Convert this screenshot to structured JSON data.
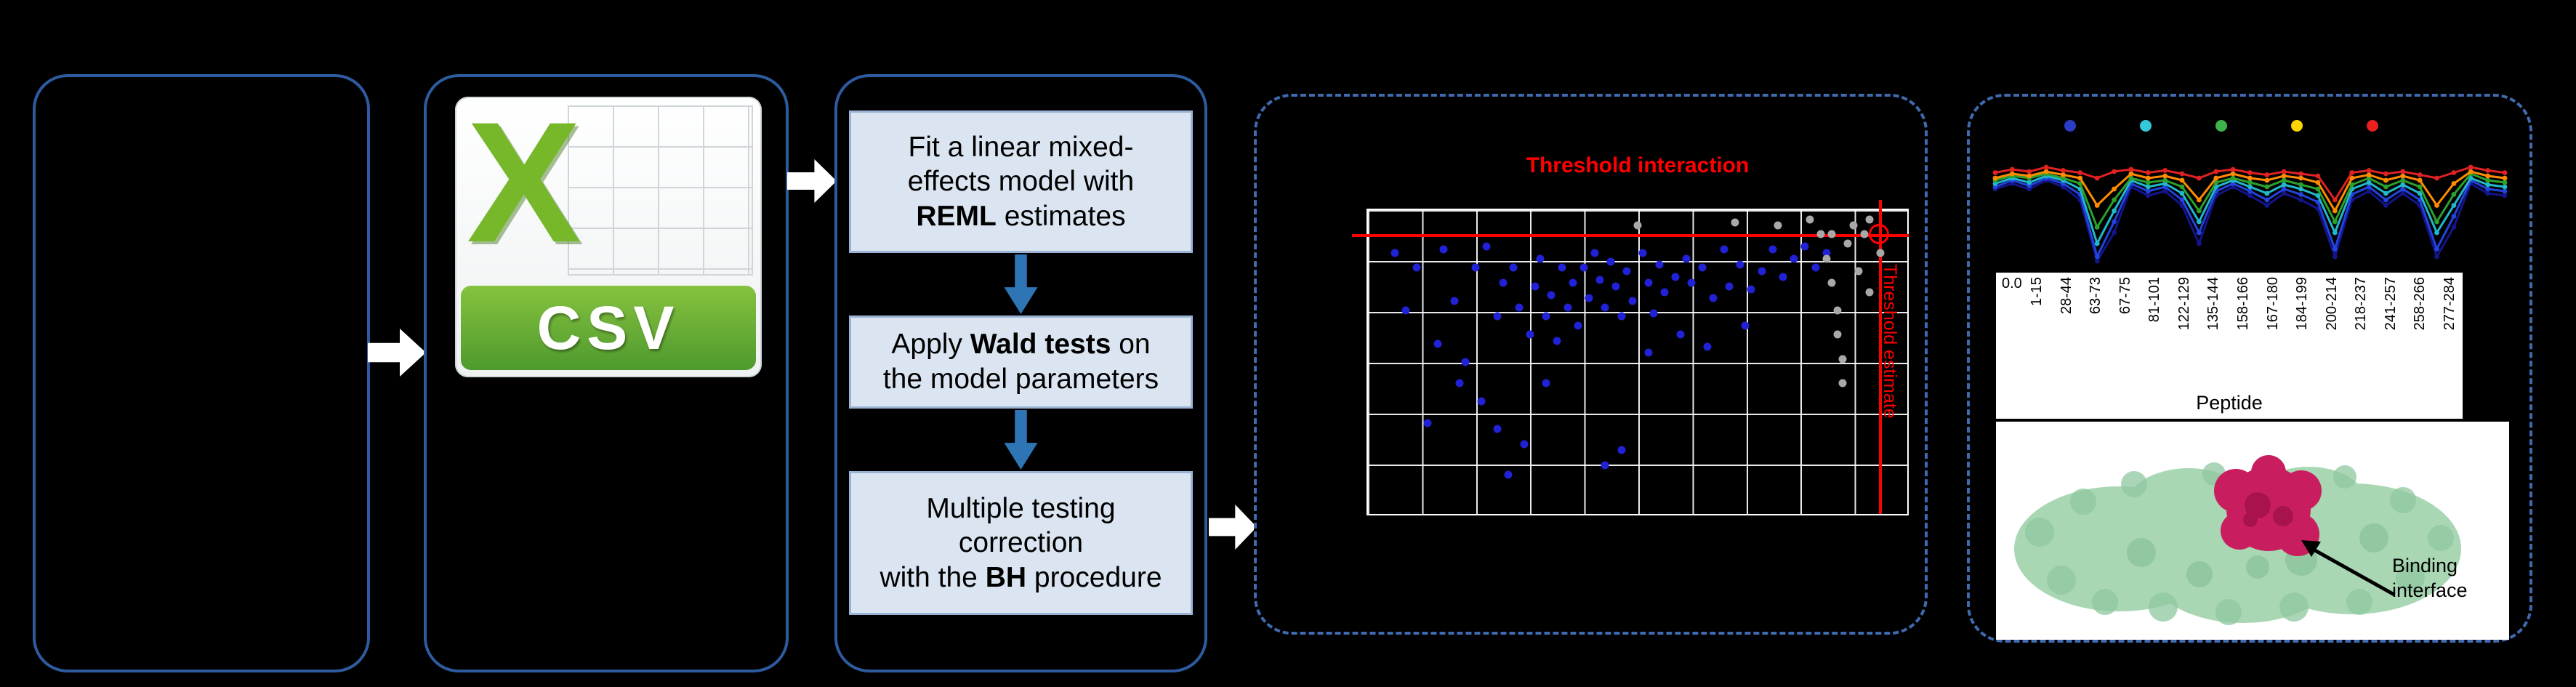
{
  "csv_icon": {
    "letter": "X",
    "label": "CSV"
  },
  "steps": {
    "step1": {
      "l1": "Fit a linear mixed-",
      "l2": "effects model with",
      "l3b": "REML",
      "l3c": " estimates"
    },
    "step2": {
      "l1a": "Apply ",
      "l1b": "Wald tests",
      "l1c": " on",
      "l2": "the model parameters"
    },
    "step3": {
      "l1": "Multiple testing",
      "l2": "correction",
      "l3a": "with the ",
      "l3b": "BH",
      "l3c": " procedure"
    }
  },
  "scatter": {
    "title": "Threshold interaction",
    "vline_label": "Threshold estimate",
    "threshold_color": "#ff0000",
    "hline_y_pct": 8,
    "vline_x_pct": 94.8,
    "highlight": [
      94.8,
      8
    ],
    "points_blue": [
      [
        5,
        14
      ],
      [
        7,
        33
      ],
      [
        9,
        19
      ],
      [
        11,
        70
      ],
      [
        13,
        44
      ],
      [
        14,
        13
      ],
      [
        16,
        30
      ],
      [
        17,
        57
      ],
      [
        18,
        50
      ],
      [
        20,
        19
      ],
      [
        21,
        63
      ],
      [
        22,
        12
      ],
      [
        24,
        35
      ],
      [
        24,
        72
      ],
      [
        25,
        24
      ],
      [
        26,
        87
      ],
      [
        27,
        19
      ],
      [
        28,
        32
      ],
      [
        29,
        77
      ],
      [
        30,
        41
      ],
      [
        31,
        25
      ],
      [
        32,
        16
      ],
      [
        33,
        35
      ],
      [
        33,
        57
      ],
      [
        34,
        28
      ],
      [
        35,
        43
      ],
      [
        36,
        19
      ],
      [
        37,
        32
      ],
      [
        38,
        24
      ],
      [
        39,
        38
      ],
      [
        40,
        19
      ],
      [
        41,
        29
      ],
      [
        42,
        14
      ],
      [
        43,
        23
      ],
      [
        44,
        32
      ],
      [
        44,
        84
      ],
      [
        45,
        17
      ],
      [
        46,
        25
      ],
      [
        47,
        35
      ],
      [
        47,
        79
      ],
      [
        48,
        20
      ],
      [
        49,
        30
      ],
      [
        51,
        14
      ],
      [
        52,
        24
      ],
      [
        52,
        47
      ],
      [
        53,
        34
      ],
      [
        54,
        18
      ],
      [
        55,
        27
      ],
      [
        57,
        22
      ],
      [
        58,
        41
      ],
      [
        59,
        16
      ],
      [
        60,
        24
      ],
      [
        62,
        19
      ],
      [
        63,
        45
      ],
      [
        64,
        29
      ],
      [
        66,
        13
      ],
      [
        67,
        25
      ],
      [
        69,
        18
      ],
      [
        70,
        38
      ],
      [
        71,
        26
      ],
      [
        73,
        20
      ],
      [
        75,
        13
      ],
      [
        77,
        22
      ],
      [
        79,
        16
      ],
      [
        81,
        12
      ],
      [
        83,
        19
      ],
      [
        85,
        14
      ]
    ],
    "points_gray": [
      [
        50,
        5
      ],
      [
        68,
        4
      ],
      [
        76,
        5
      ],
      [
        82,
        3
      ],
      [
        84,
        8
      ],
      [
        85,
        16
      ],
      [
        86,
        8
      ],
      [
        86,
        24
      ],
      [
        87,
        33
      ],
      [
        87,
        41
      ],
      [
        88,
        49
      ],
      [
        88,
        57
      ],
      [
        89,
        11
      ],
      [
        90,
        5
      ],
      [
        91,
        20
      ],
      [
        92,
        8
      ],
      [
        93,
        3
      ],
      [
        93,
        27
      ],
      [
        95,
        14
      ]
    ]
  },
  "line_chart": {
    "legend_colors": [
      "#2a3cc8",
      "#35c8d8",
      "#3cb44b",
      "#ffd400",
      "#e82020"
    ],
    "series": [
      {
        "name": "navy",
        "color": "#14148c",
        "values": [
          0.7,
          0.75,
          0.7,
          0.78,
          0.72,
          0.6,
          0.04,
          0.3,
          0.72,
          0.64,
          0.68,
          0.55,
          0.2,
          0.64,
          0.72,
          0.64,
          0.55,
          0.66,
          0.6,
          0.52,
          0.08,
          0.6,
          0.68,
          0.55,
          0.66,
          0.55,
          0.08,
          0.35,
          0.75,
          0.66,
          0.64
        ]
      },
      {
        "name": "blue",
        "color": "#2244dd",
        "values": [
          0.72,
          0.78,
          0.73,
          0.8,
          0.75,
          0.65,
          0.08,
          0.4,
          0.75,
          0.68,
          0.72,
          0.6,
          0.3,
          0.68,
          0.75,
          0.68,
          0.6,
          0.7,
          0.65,
          0.58,
          0.15,
          0.65,
          0.72,
          0.6,
          0.7,
          0.6,
          0.15,
          0.45,
          0.78,
          0.7,
          0.68
        ]
      },
      {
        "name": "cyan",
        "color": "#22b8cc",
        "values": [
          0.75,
          0.8,
          0.76,
          0.82,
          0.78,
          0.7,
          0.2,
          0.5,
          0.78,
          0.72,
          0.75,
          0.66,
          0.4,
          0.72,
          0.78,
          0.72,
          0.66,
          0.74,
          0.7,
          0.64,
          0.3,
          0.7,
          0.76,
          0.66,
          0.74,
          0.66,
          0.3,
          0.55,
          0.8,
          0.74,
          0.72
        ]
      },
      {
        "name": "green",
        "color": "#2ca02c",
        "values": [
          0.78,
          0.82,
          0.8,
          0.84,
          0.8,
          0.75,
          0.35,
          0.6,
          0.8,
          0.76,
          0.78,
          0.72,
          0.5,
          0.76,
          0.8,
          0.76,
          0.72,
          0.78,
          0.74,
          0.7,
          0.4,
          0.74,
          0.8,
          0.72,
          0.78,
          0.72,
          0.4,
          0.65,
          0.84,
          0.78,
          0.76
        ]
      },
      {
        "name": "orange",
        "color": "#ff8c00",
        "values": [
          0.8,
          0.84,
          0.82,
          0.86,
          0.83,
          0.8,
          0.55,
          0.7,
          0.84,
          0.8,
          0.82,
          0.78,
          0.6,
          0.8,
          0.84,
          0.8,
          0.78,
          0.82,
          0.8,
          0.76,
          0.5,
          0.8,
          0.83,
          0.78,
          0.82,
          0.78,
          0.55,
          0.75,
          0.86,
          0.82,
          0.8
        ]
      },
      {
        "name": "red",
        "color": "#e02222",
        "values": [
          0.85,
          0.88,
          0.86,
          0.9,
          0.87,
          0.85,
          0.8,
          0.86,
          0.88,
          0.85,
          0.87,
          0.84,
          0.8,
          0.86,
          0.88,
          0.85,
          0.83,
          0.86,
          0.84,
          0.82,
          0.6,
          0.85,
          0.87,
          0.84,
          0.86,
          0.83,
          0.8,
          0.85,
          0.9,
          0.87,
          0.85
        ]
      }
    ]
  },
  "peptide_axis": {
    "tick": "0.0",
    "labels": [
      "1-15",
      "28-44",
      "63-73",
      "67-75",
      "81-101",
      "122-129",
      "135-144",
      "158-166",
      "167-180",
      "184-199",
      "200-214",
      "218-237",
      "241-257",
      "258-266",
      "277-284"
    ],
    "title": "Peptide"
  },
  "protein": {
    "caption_line1": "Binding",
    "caption_line2": "interface"
  }
}
